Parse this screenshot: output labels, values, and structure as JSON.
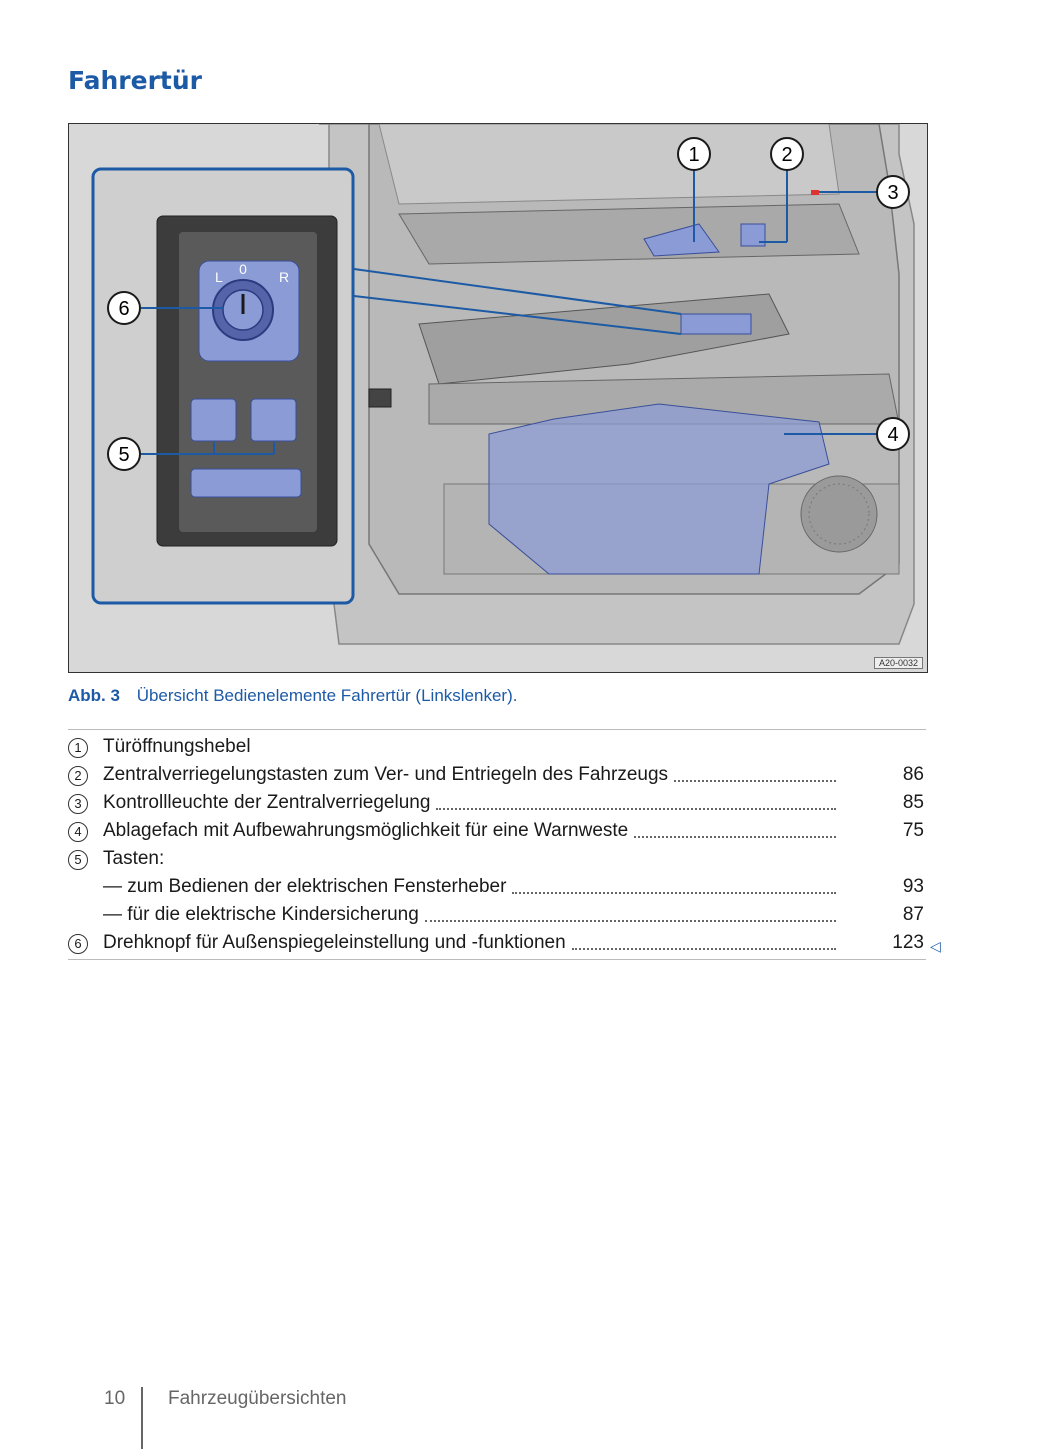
{
  "page": {
    "title": "Fahrertür",
    "page_number": "10",
    "section": "Fahrzeugübersichten",
    "continuation_icon": "triangle-left-icon"
  },
  "figure": {
    "code": "A20-0032",
    "callouts": [
      "1",
      "2",
      "3",
      "4",
      "5",
      "6"
    ],
    "switch_labels": {
      "left": "L",
      "zero": "0",
      "right": "R"
    },
    "highlight_color": "#8a9bd6",
    "accent_color": "#1d5aa6"
  },
  "caption": {
    "label": "Abb. 3",
    "text": "Übersicht Bedienelemente Fahrertür (Linkslenker)."
  },
  "legend": [
    {
      "num": "1",
      "text": "Türöffnungshebel",
      "page": ""
    },
    {
      "num": "2",
      "text": "Zentralverriegelungstasten zum Ver- und Entriegeln des Fahrzeugs",
      "page": "86"
    },
    {
      "num": "3",
      "text": "Kontrollleuchte der Zentralverriegelung",
      "page": "85"
    },
    {
      "num": "4",
      "text": "Ablagefach mit Aufbewahrungsmöglichkeit für eine Warnweste",
      "page": "75"
    },
    {
      "num": "5",
      "text": "Tasten:",
      "page": ""
    },
    {
      "num": "",
      "text": "— zum Bedienen der elektrischen Fensterheber",
      "page": "93"
    },
    {
      "num": "",
      "text": "— für die elektrische Kindersicherung",
      "page": "87"
    },
    {
      "num": "6",
      "text": "Drehknopf für Außenspiegeleinstellung und -funktionen",
      "page": "123"
    }
  ]
}
